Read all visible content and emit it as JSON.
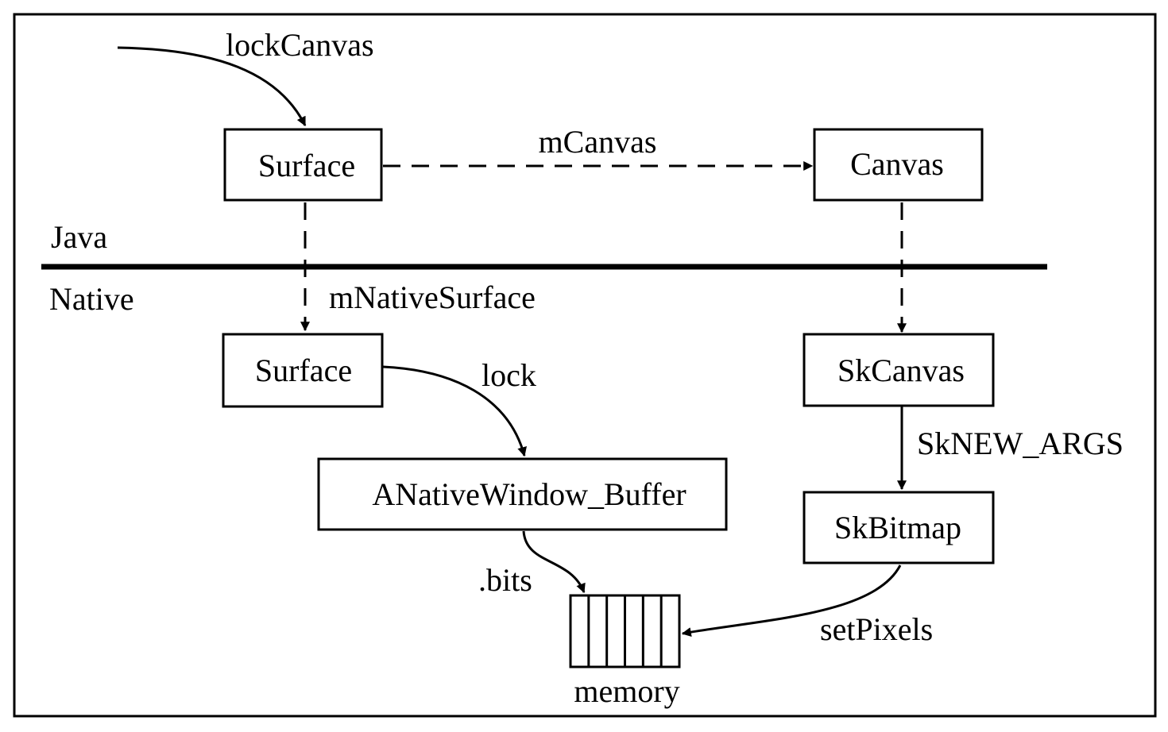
{
  "layers": {
    "upper": "Java",
    "lower": "Native"
  },
  "nodes": {
    "java_surface": "Surface",
    "java_canvas": "Canvas",
    "native_surface": "Surface",
    "sk_canvas": "SkCanvas",
    "anative_window_buffer": "ANativeWindow_Buffer",
    "sk_bitmap": "SkBitmap",
    "memory": "memory"
  },
  "edges": {
    "lock_canvas": "lockCanvas",
    "m_canvas": "mCanvas",
    "m_native_surface": "mNativeSurface",
    "lock": "lock",
    "sk_new_args": "SkNEW_ARGS",
    "bits": ".bits",
    "set_pixels": "setPixels"
  },
  "memory_cells": 6
}
